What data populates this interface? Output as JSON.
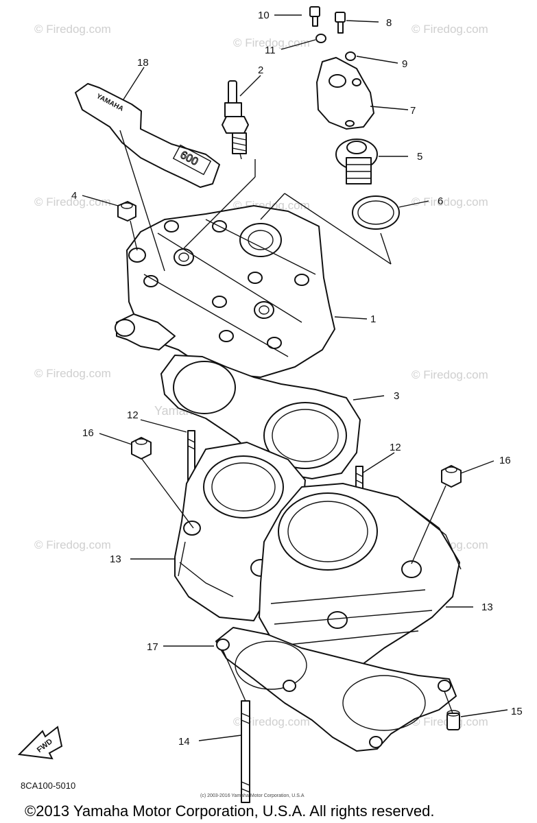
{
  "watermark_text": "© Firedog.com",
  "center_watermark": "Yamaha Motor Corporation, U.S.A.",
  "callouts": {
    "c1": "1",
    "c2": "2",
    "c3": "3",
    "c4": "4",
    "c5": "5",
    "c6": "6",
    "c7": "7",
    "c8": "8",
    "c9": "9",
    "c10": "10",
    "c11": "11",
    "c12a": "12",
    "c12b": "12",
    "c13a": "13",
    "c13b": "13",
    "c14": "14",
    "c15": "15",
    "c16a": "16",
    "c16b": "16",
    "c17": "17",
    "c18": "18"
  },
  "gasket_text": "YAMAHA",
  "gasket_number": "600",
  "fwd_label": "FWD",
  "diagram_code": "8CA100-5010",
  "small_copyright": "(c) 2003-2016 Yamaha Motor Corporation, U.S.A",
  "copyright": "©2013 Yamaha Motor Corporation, U.S.A. All rights reserved."
}
